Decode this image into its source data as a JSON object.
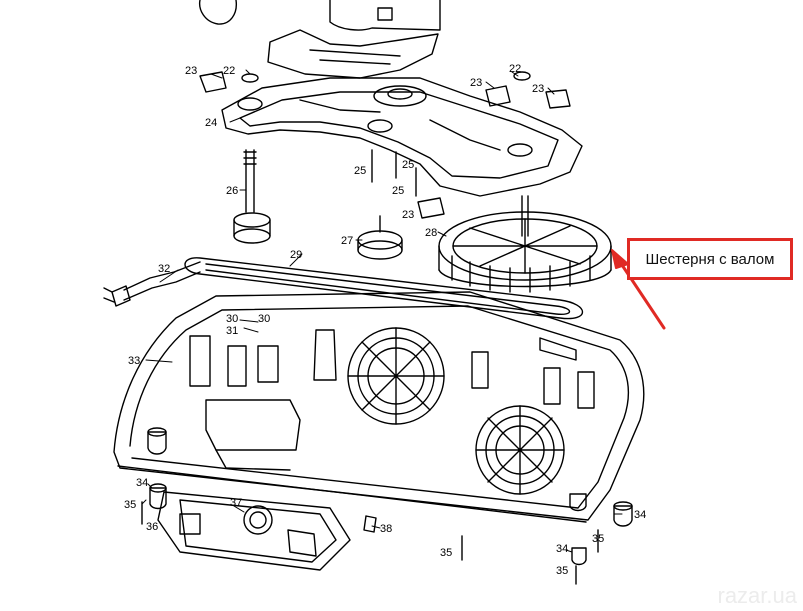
{
  "callout": {
    "text": "Шестерня с валом",
    "color": "#e02a24"
  },
  "watermark": "razar.ua",
  "part_numbers": [
    "22",
    "22",
    "23",
    "23",
    "23",
    "23",
    "24",
    "25",
    "25",
    "25",
    "26",
    "27",
    "28",
    "29",
    "30",
    "30",
    "31",
    "32",
    "33",
    "34",
    "34",
    "34",
    "35",
    "35",
    "35",
    "35",
    "36",
    "37",
    "38"
  ],
  "colors": {
    "line": "#000000",
    "background": "#ffffff",
    "accent": "#e02a24"
  }
}
